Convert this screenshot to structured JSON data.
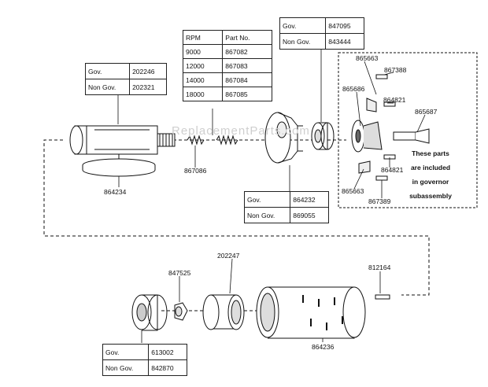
{
  "watermark": "ReplacementParts.com",
  "tables": {
    "t202246": [
      [
        "Gov.",
        "202246"
      ],
      [
        "Non Gov.",
        "202321"
      ]
    ],
    "rpm": [
      [
        "RPM",
        "Part No."
      ],
      [
        "9000",
        "867082"
      ],
      [
        "12000",
        "867083"
      ],
      [
        "14000",
        "867084"
      ],
      [
        "18000",
        "867085"
      ]
    ],
    "t847095": [
      [
        "Gov.",
        "847095"
      ],
      [
        "Non Gov.",
        "843444"
      ]
    ],
    "t864232": [
      [
        "Gov.",
        "864232"
      ],
      [
        "Non Gov.",
        "869055"
      ]
    ],
    "t613002": [
      [
        "Gov.",
        "613002"
      ],
      [
        "Non Gov.",
        "842870"
      ]
    ]
  },
  "labels": {
    "p865663a": "865663",
    "p867388a": "867388",
    "p865686": "865686",
    "p864821a": "864821",
    "p865687": "865687",
    "p864821b": "864821",
    "p865663b": "865663",
    "p867389": "867389",
    "p867086": "867086",
    "p864234": "864234",
    "p202247": "202247",
    "p847525": "847525",
    "p812164": "812164",
    "p864236": "864236"
  },
  "note": [
    "These parts",
    "are included",
    "in governor",
    "subassembly"
  ]
}
